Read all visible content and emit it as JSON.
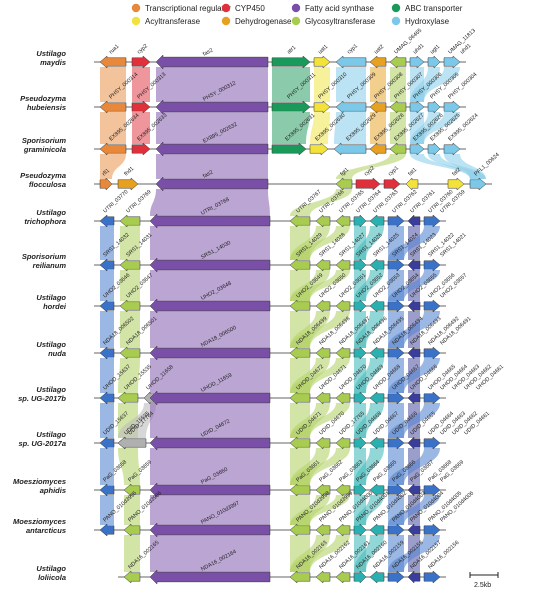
{
  "legend": [
    {
      "label": "Transcriptional regulator",
      "color": "#e8883a"
    },
    {
      "label": "CYP450",
      "color": "#e0303c"
    },
    {
      "label": "Fatty acid synthase",
      "color": "#7a4fa8"
    },
    {
      "label": "ABC transporter",
      "color": "#1a9a5a"
    },
    {
      "label": "Acyltransferase",
      "color": "#f2e23a"
    },
    {
      "label": "Dehydrogenase",
      "color": "#e8a020"
    },
    {
      "label": "Glycosyltransferase",
      "color": "#a8cc50"
    },
    {
      "label": "Hydroxylase",
      "color": "#7cc8e8"
    }
  ],
  "species": [
    {
      "line1": "Ustilago",
      "line2": "maydis"
    },
    {
      "line1": "Pseudozyma",
      "line2": "hubeiensis"
    },
    {
      "line1": "Sporisorium",
      "line2": "graminicola"
    },
    {
      "line1": "Pseudozyma",
      "line2": "flocculosa"
    },
    {
      "line1": "Ustilago",
      "line2": "trichophora"
    },
    {
      "line1": "Sporisorium",
      "line2": "reilianum"
    },
    {
      "line1": "Ustilago",
      "line2": "hordei"
    },
    {
      "line1": "Ustilago",
      "line2": "nuda"
    },
    {
      "line1": "Ustilago",
      "line2": "sp. UG-2017b"
    },
    {
      "line1": "Ustilago",
      "line2": "sp. UG-2017a"
    },
    {
      "line1": "Moesziomyces",
      "line2": "aphidis"
    },
    {
      "line1": "Moesziomyces",
      "line2": "antarcticus"
    },
    {
      "line1": "Ustilago",
      "line2": "loliicola"
    }
  ],
  "genes": {
    "maydis": [
      "rua1",
      "cyp2",
      "fas2",
      "atr1",
      "uat1",
      "cyp1",
      "uat2",
      "UMAG_06465",
      "uhd1",
      "ugt1",
      "UMAG_11813",
      "uhd1"
    ],
    "hubeiensis": [
      "PHSY_000314",
      "PHSY_000313",
      "PHSY_000312",
      "PHSY_000311",
      "PHSY_000310",
      "PHSY_000309",
      "PHSY_000308",
      "PHSY_000307",
      "PHSY_000306",
      "PHSY_000305",
      "PHSY_000304"
    ],
    "graminicola": [
      "EX895_002634",
      "EX895_002633",
      "EX895_002632",
      "EX895_002631",
      "EX895_002630",
      "EX895_002629",
      "EX895_002628",
      "EX895_002627",
      "EX895_002626",
      "EX895_002625",
      "EX895_002624"
    ],
    "flocculosa": [
      "rfl1",
      "fhd1",
      "fas2",
      "fgt1",
      "cyp2",
      "cyp1",
      "fat1",
      "fat2",
      "PFL1_00624"
    ],
    "trichophora": [
      "UTRI_03770",
      "UTRI_03769",
      "UTRI_03768",
      "UTRI_03767",
      "UTRI_03766",
      "UTRI_03765",
      "UTRI_03764",
      "UTRI_03763",
      "UTRI_03762",
      "UTRI_03761",
      "UTRI_03760",
      "UTRI_03759"
    ],
    "reilianum": [
      "SRS1_14032",
      "SRS1_14031",
      "SRS1_14030",
      "SRS1_14029",
      "SRS1_14028",
      "SRS1_14027",
      "SRS1_14026",
      "SRS1_14025",
      "SRS1_14024",
      "SRS1_14023",
      "SRS1_14022",
      "SRS1_14021"
    ],
    "hordei": [
      "UHO2_03646",
      "UHO2_03647",
      "UHO2_03648",
      "UHO2_03649",
      "UHO2_03650",
      "UHO2_03651",
      "UHO2_03652",
      "UHO2_03653",
      "UHO2_03654",
      "UHO2_03655",
      "UHO2_03656",
      "UHO2_03657"
    ],
    "nuda": [
      "NDA18_006502",
      "NDA18_006501",
      "NDA18_006500",
      "NDA18_006499",
      "NDA18_006498",
      "NDA18_006497",
      "NDA18_006496",
      "NDA18_006495",
      "NDA18_006494",
      "NDA18_006493",
      "NDA18_006492",
      "NDA18_006491"
    ],
    "ug2017b": [
      "UHOD_15637",
      "UHOD_15535",
      "UHOD_11658",
      "UHOD_11659",
      "UHOD_04672",
      "UHOD_04671",
      "UHOD_04670",
      "UHOD_04669",
      "UHOD_04668",
      "UHOD_04667",
      "UHOD_04666",
      "UHOD_04665",
      "UHOD_04664",
      "UHOD_04663",
      "UHOD_04662",
      "UHOD_04661"
    ],
    "ug2017a": [
      "UDID_15637",
      "UDID_15535",
      "UDID_17764",
      "UDID_04672",
      "UDID_04671",
      "UDID_04670",
      "UDID_17765",
      "UDID_04668",
      "UDID_04667",
      "UDID_04666",
      "UDID_04665",
      "UDID_04664",
      "UDID_04663",
      "UDID_04662",
      "UDID_04661"
    ],
    "aphidis": [
      "PaG_03658",
      "PaG_03659",
      "PaG_03660",
      "PaG_03661",
      "PaG_03662",
      "PaG_03663",
      "PaG_03664",
      "PaG_03665",
      "PaG_03666",
      "PaG_03667",
      "PaG_03668",
      "PaG_03669"
    ],
    "antarcticus": [
      "PANO_010d3995",
      "PANO_010d3996",
      "PANO_010d3997",
      "PANO_010d3998",
      "PANO_010d3999",
      "PANO_010d4000",
      "PANO_010d4001",
      "PANO_010d4002",
      "PANO_010d4003",
      "PANO_010d4004",
      "PANO_010d4005",
      "PANO_010d4006"
    ],
    "loliicola": [
      "NDA16_002165",
      "NDA16_002164",
      "NDA16_002163",
      "NDA16_002162",
      "NDA16_002161",
      "NDA16_002160",
      "NDA16_002159",
      "NDA16_002158",
      "NDA16_002157",
      "NDA16_002156"
    ]
  },
  "scale_label": "2.5kb"
}
